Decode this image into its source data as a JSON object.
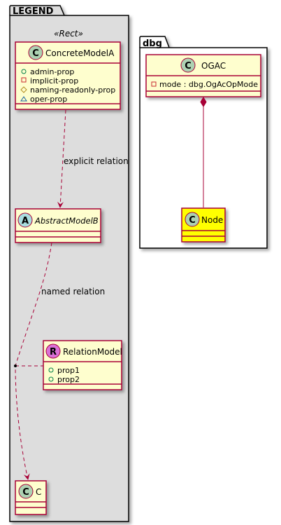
{
  "colors": {
    "class_fill": "#FEFECE",
    "class_border": "#A80036",
    "package_fill_legend": "#DDDDDD",
    "node_fill": "#FFFF00",
    "spot_class": "#ADD1B2",
    "spot_abstract": "#A9DCDF",
    "spot_relation": "#DA70D6",
    "edge": "#A80036"
  },
  "legend": {
    "package_name": "LEGEND",
    "stereotype": "«Rect»",
    "classes": {
      "concrete": {
        "spot": "C",
        "name": "ConcreteModelA",
        "fields": [
          {
            "marker": "public",
            "label": "admin-prop"
          },
          {
            "marker": "private",
            "label": "implicit-prop"
          },
          {
            "marker": "protected",
            "label": "naming-readonly-prop"
          },
          {
            "marker": "package",
            "label": "oper-prop"
          }
        ]
      },
      "abstract": {
        "spot": "A",
        "name": "AbstractModelB"
      },
      "relation": {
        "spot": "R",
        "name": "RelationModel",
        "fields": [
          {
            "marker": "public",
            "label": "prop1"
          },
          {
            "marker": "public",
            "label": "prop2"
          }
        ]
      },
      "c": {
        "spot": "C",
        "name": "C"
      }
    },
    "edges": {
      "explicit": "explicit relation",
      "named": "named relation"
    }
  },
  "dbg": {
    "package_name": "dbg",
    "classes": {
      "ogac": {
        "spot": "C",
        "name": "OGAC",
        "fields": [
          {
            "marker": "private",
            "label": "mode : dbg.OgAcOpMode"
          }
        ]
      },
      "node": {
        "spot": "C",
        "name": "Node"
      }
    }
  }
}
